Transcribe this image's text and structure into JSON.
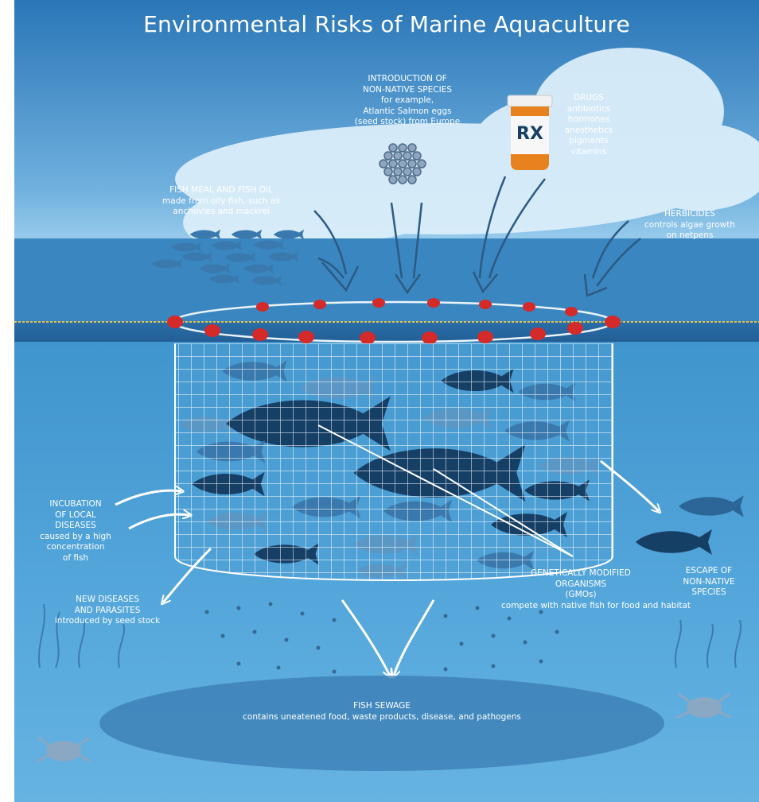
{
  "title": "Environmental Risks of Marine Aquaculture",
  "labels": {
    "non_native": {
      "heading": "INTRODUCTION OF\nNON-NATIVE SPECIES",
      "body": "for example,\nAtlantic Salmon eggs\n(seed stock) from Europe"
    },
    "drugs": {
      "heading": "DRUGS",
      "body": "antibiotics\nhormones\nanesthetics\npigments\nvitamins"
    },
    "rx_symbol": "RX",
    "fish_meal": {
      "heading": "FISH MEAL AND FISH OIL",
      "body": "made from oily fish, such as\nanchovies and mackrel"
    },
    "herbicides": {
      "heading": "HERBICIDES",
      "body": "controls algae growth\non netpens"
    },
    "incubation": {
      "heading": "INCUBATION\nOF LOCAL\nDISEASES",
      "body": "caused by a high\nconcentration\nof fish"
    },
    "new_diseases": {
      "heading": "NEW DISEASES\nAND PARASITES",
      "body": "introduced by seed stock"
    },
    "gmo": {
      "heading": "GENETICALLY MODIFIED\nORGANISMS\n(GMOs)",
      "body": "compete with native fish for food and habitat"
    },
    "escape": {
      "heading": "ESCAPE OF\nNON-NATIVE\nSPECIES",
      "body": ""
    },
    "sewage": {
      "heading": "FISH SEWAGE",
      "body": "contains uneatened food, waste products, disease, and pathogens"
    }
  },
  "colors": {
    "sky_top": "#2f7fbf",
    "sky_bottom": "#8cc3e8",
    "sea_surface": "#1f5d94",
    "water": "#4fa3d6",
    "deep_water": "#5aa9da",
    "fish_dark": "#163f66",
    "fish_mid": "#3a79ad",
    "float_red": "#d42a2a",
    "bottle_orange": "#e8821e",
    "label_text": "#ffffff",
    "label_dark": "#163f66"
  },
  "icons": [
    "pill-bottle-icon",
    "egg-cluster-icon",
    "fish-icon",
    "crab-icon",
    "arrow-icon",
    "seaweed-icon"
  ]
}
